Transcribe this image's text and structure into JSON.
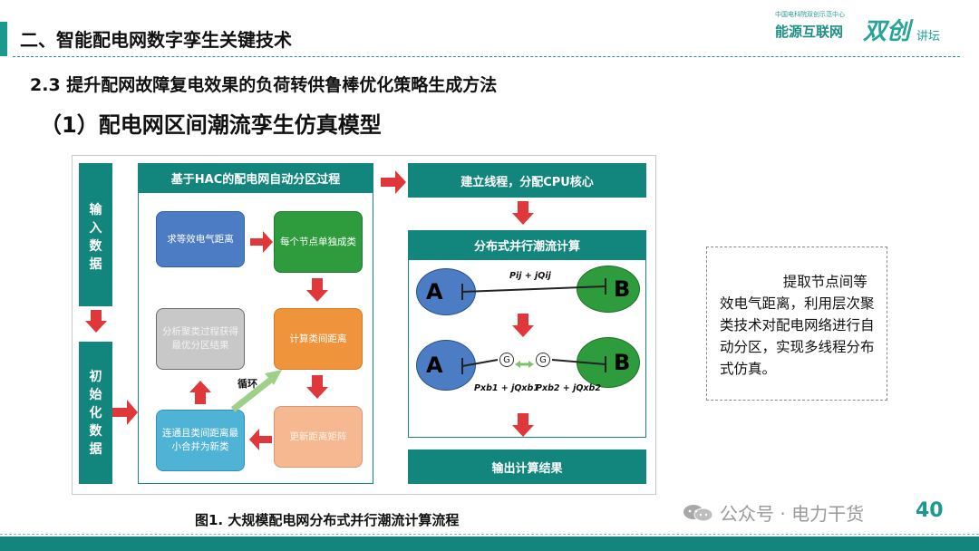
{
  "header": {
    "section_title": "二、智能配电网数字孪生关键技术",
    "logo": {
      "small_text": "中国电科院双创示范中心",
      "main_text": "能源互联网",
      "big_text": "双创",
      "tail_text": "讲坛"
    }
  },
  "subtitle": "2.3 提升配网故障复电效果的负荷转供鲁棒优化策略生成方法",
  "heading": "（1）配电网区间潮流孪生仿真模型",
  "diagram": {
    "input_label": "输入数据",
    "init_label": "初始化数据",
    "hac_panel_title": "基于HAC的配电网自动分区过程",
    "nodes": {
      "equiv_distance": "求等效电气距离",
      "each_node_class": "每个节点单独成类",
      "inter_class_distance": "计算类间距离",
      "analyze_cluster": "分析聚类过程获得最优分区结果",
      "merge_class": "连通且类间距离最小合并为新类",
      "update_matrix": "更新距离矩阵"
    },
    "loop_label": "循环",
    "thread_box": "建立线程，分配CPU核心",
    "parallel_title": "分布式并行潮流计算",
    "node_a": "A",
    "node_b": "B",
    "g_label": "G",
    "flow_top": "Pij + jQij",
    "flow_left": "Pxb1 + jQxb1",
    "flow_right": "Pxb2 + jQxb2",
    "output_box": "输出计算结果"
  },
  "description": "提取节点间等效电气距离，利用层次聚类技术对配电网络进行自动分区，实现多线程分布式仿真。",
  "caption": "图1. 大规模配电网分布式并行潮流计算流程",
  "watermark": "公众号 · 电力干货",
  "page_number": "40",
  "colors": {
    "teal": "#12857c",
    "arrow_red": "#e0383a",
    "blue": "#4c7cc4",
    "green": "#2e9b3c",
    "orange": "#f0943c"
  }
}
